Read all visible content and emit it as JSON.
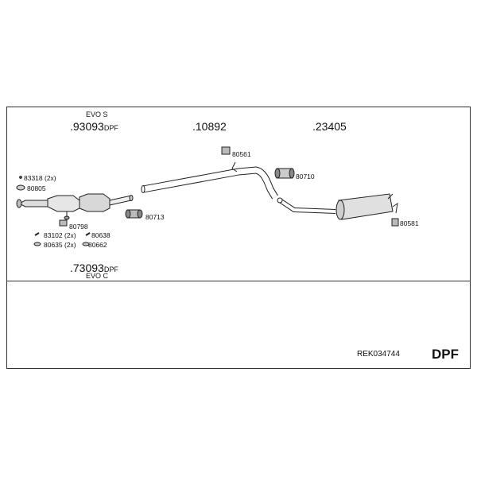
{
  "parts_top": {
    "catalyst": {
      "prefix": ".",
      "number": "93093",
      "suffix": "DPF",
      "variant": "EVO S"
    },
    "mid_pipe": {
      "number": ".10892"
    },
    "rear_silencer": {
      "number": ".23405"
    }
  },
  "parts_bottom": {
    "catalyst": {
      "prefix": ".",
      "number": "73093",
      "suffix": "DPF",
      "variant": "EVO C"
    }
  },
  "small_parts": {
    "p83318": "83318 (2x)",
    "p80805": "80805",
    "p80798": "80798",
    "p83102": "83102 (2x)",
    "p80638": "80638",
    "p80635": "80635 (2x)",
    "p80662": "80662",
    "p80713": "80713",
    "p80561": "80561",
    "p80710": "80710",
    "p80581": "80581"
  },
  "footer": {
    "reference": "REK034744",
    "type": "DPF"
  }
}
